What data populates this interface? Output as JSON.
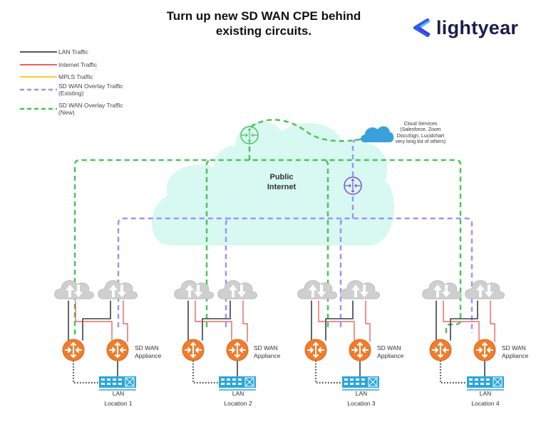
{
  "title": "Turn up new SD WAN CPE behind existing circuits.",
  "logo": {
    "text": "lightyear",
    "icon": "lightyear-chevron-icon"
  },
  "colors": {
    "lan": "#3a3f4a",
    "internet": "#e84a4a",
    "mpls": "#f5c518",
    "overlay_existing": "#9b95f5",
    "overlay_new": "#4cc35a",
    "internet_cloud_fill": "#d8f8f2",
    "cloud_services": "#3aa0dc",
    "router_orange": "#ef7d2d",
    "lan_switch": "#29a6dd",
    "circuit_cloud": "#cfcfcf"
  },
  "legend": [
    {
      "label": "LAN Traffic",
      "style": "solid",
      "color_key": "lan"
    },
    {
      "label": "Internet Traffic",
      "style": "solid",
      "color_key": "internet"
    },
    {
      "label": "MPLS Traffic",
      "style": "solid",
      "color_key": "mpls"
    },
    {
      "label": "SD WAN Overlay Traffic\n(Existing)",
      "line1": "SD WAN Overlay Traffic",
      "line2": "(Existing)",
      "style": "dashed",
      "color_key": "overlay_existing"
    },
    {
      "label": "SD WAN Overlay Traffic\n(New)",
      "line1": "SD WAN Overlay Traffic",
      "line2": "(New)",
      "style": "dashed",
      "color_key": "overlay_new"
    }
  ],
  "cloud_services": {
    "line1": "Cloud Services",
    "line2": "(Salesforce, Zoom",
    "line3": "DocuSign, Lucidchart",
    "line4": "very long list of others)"
  },
  "public_internet": {
    "line1": "Public",
    "line2": "Internet"
  },
  "hubs": [
    {
      "name": "new-sdwan-hub",
      "color_key": "overlay_new"
    },
    {
      "name": "existing-sdwan-hub",
      "color_key": "overlay_existing"
    }
  ],
  "locations": [
    {
      "name": "Location 1",
      "lan_label": "LAN",
      "appliance_label_1": "SD WAN",
      "appliance_label_2": "Appliance"
    },
    {
      "name": "Location 2",
      "lan_label": "LAN",
      "appliance_label_1": "SD WAN",
      "appliance_label_2": "Appliance"
    },
    {
      "name": "Location 3",
      "lan_label": "LAN",
      "appliance_label_1": "SD WAN",
      "appliance_label_2": "Appliance"
    },
    {
      "name": "Location 4",
      "lan_label": "LAN",
      "appliance_label_1": "SD WAN",
      "appliance_label_2": "Appliance"
    }
  ]
}
